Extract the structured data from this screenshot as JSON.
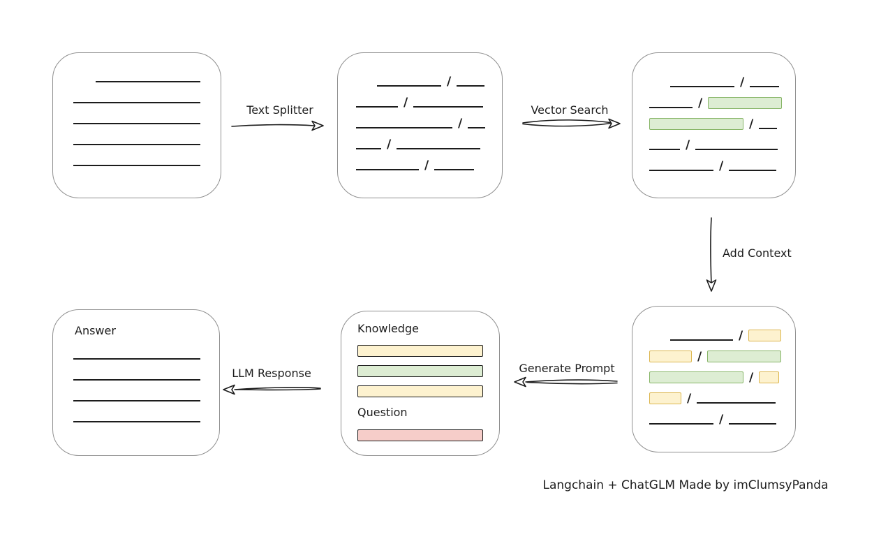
{
  "colors": {
    "ink": "#1c1c1c",
    "box_border": "#8f8f8f",
    "chunk_green_fill": "#ddedd3",
    "chunk_green_stroke": "#87b567",
    "chunk_yellow_fill": "#fdf2cf",
    "chunk_yellow_stroke": "#dcb64f",
    "chunk_red_fill": "#f6cdc9",
    "chunk_red_stroke": "#c05c56"
  },
  "glyphs": {
    "slash": "/"
  },
  "arrows": {
    "text_splitter": {
      "label": "Text Splitter"
    },
    "vector_search": {
      "label": "Vector Search"
    },
    "add_context": {
      "label": "Add Context"
    },
    "generate_prompt": {
      "label": "Generate Prompt"
    },
    "llm_response": {
      "label": "LLM Response"
    }
  },
  "boxes": {
    "document": {
      "rows": [
        [
          {
            "t": "gap",
            "w": 24
          },
          {
            "t": "line",
            "w": 150
          }
        ],
        [
          {
            "t": "line",
            "w": 182
          }
        ],
        [
          {
            "t": "line",
            "w": 182
          }
        ],
        [
          {
            "t": "line",
            "w": 182
          }
        ],
        [
          {
            "t": "line",
            "w": 182
          }
        ]
      ]
    },
    "split_chunks": {
      "rows": [
        [
          {
            "t": "gap",
            "w": 22
          },
          {
            "t": "line",
            "w": 92
          },
          {
            "t": "slash"
          },
          {
            "t": "line",
            "w": 40
          }
        ],
        [
          {
            "t": "line",
            "w": 60
          },
          {
            "t": "slash"
          },
          {
            "t": "line",
            "w": 100
          }
        ],
        [
          {
            "t": "line",
            "w": 138
          },
          {
            "t": "slash"
          },
          {
            "t": "line",
            "w": 25
          }
        ],
        [
          {
            "t": "line",
            "w": 36
          },
          {
            "t": "slash"
          },
          {
            "t": "line",
            "w": 120
          }
        ],
        [
          {
            "t": "line",
            "w": 90
          },
          {
            "t": "slash"
          },
          {
            "t": "line",
            "w": 57
          }
        ]
      ]
    },
    "search_result": {
      "rows": [
        [
          {
            "t": "gap",
            "w": 22
          },
          {
            "t": "line",
            "w": 92
          },
          {
            "t": "slash"
          },
          {
            "t": "line",
            "w": 42
          }
        ],
        [
          {
            "t": "line",
            "w": 62
          },
          {
            "t": "slash"
          },
          {
            "t": "green",
            "w": 104
          }
        ],
        [
          {
            "t": "green",
            "w": 133
          },
          {
            "t": "slash"
          },
          {
            "t": "line",
            "w": 26
          }
        ],
        [
          {
            "t": "line",
            "w": 44
          },
          {
            "t": "slash"
          },
          {
            "t": "line",
            "w": 118
          }
        ],
        [
          {
            "t": "line",
            "w": 92
          },
          {
            "t": "slash"
          },
          {
            "t": "line",
            "w": 68
          }
        ]
      ]
    },
    "context_chunks": {
      "rows": [
        [
          {
            "t": "gap",
            "w": 22
          },
          {
            "t": "line",
            "w": 90
          },
          {
            "t": "slash"
          },
          {
            "t": "yellow",
            "w": 45
          }
        ],
        [
          {
            "t": "yellow",
            "w": 59
          },
          {
            "t": "slash"
          },
          {
            "t": "green",
            "w": 104
          }
        ],
        [
          {
            "t": "green",
            "w": 133
          },
          {
            "t": "slash"
          },
          {
            "t": "yellow",
            "w": 27
          }
        ],
        [
          {
            "t": "yellow",
            "w": 44
          },
          {
            "t": "slash"
          },
          {
            "t": "line",
            "w": 113
          }
        ],
        [
          {
            "t": "line",
            "w": 92
          },
          {
            "t": "slash"
          },
          {
            "t": "line",
            "w": 68
          }
        ]
      ]
    },
    "prompt": {
      "knowledge_label": "Knowledge",
      "question_label": "Question",
      "knowledge_bars": [
        {
          "color": "yellow",
          "w": 178
        },
        {
          "color": "green",
          "w": 178
        },
        {
          "color": "yellow",
          "w": 178
        }
      ],
      "question_bars": [
        {
          "color": "red",
          "w": 178
        }
      ]
    },
    "answer": {
      "label": "Answer",
      "rows": [
        [
          {
            "t": "line",
            "w": 182
          }
        ],
        [
          {
            "t": "line",
            "w": 182
          }
        ],
        [
          {
            "t": "line",
            "w": 182
          }
        ],
        [
          {
            "t": "line",
            "w": 182
          }
        ]
      ]
    }
  },
  "credit": "Langchain + ChatGLM Made by imClumsyPanda"
}
